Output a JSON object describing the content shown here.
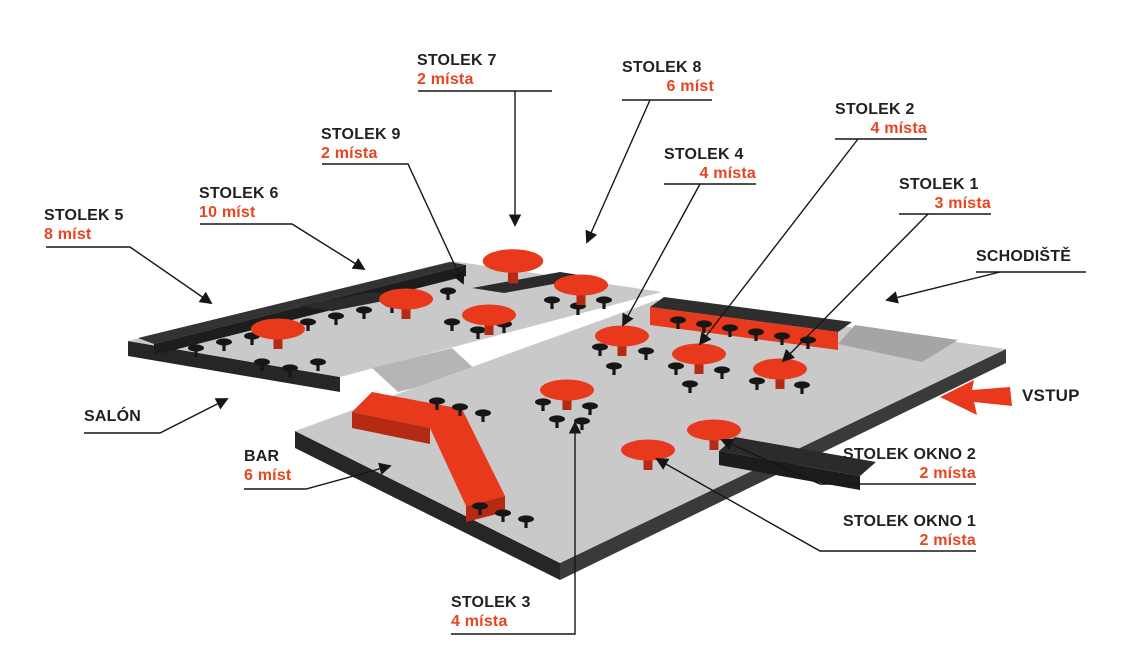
{
  "title": "Restaurant seating floor plan",
  "colors": {
    "accent_red": "#e8391d",
    "dark_red": "#b52a12",
    "label_text": "#231f20",
    "seats_text": "#e8441f",
    "floor_light": "#c9c9c9",
    "bench_dark": "#2e2e2e",
    "ramp_gray": "#a5a5a5"
  },
  "icons": {
    "entrance_arrow": "bold-left-arrow",
    "leader_arrowhead": "solid-triangle"
  },
  "labels": {
    "stolek7": {
      "name": "STOLEK 7",
      "seats": "2 místa"
    },
    "stolek8": {
      "name": "STOLEK 8",
      "seats": "6 míst"
    },
    "stolek9": {
      "name": "STOLEK 9",
      "seats": "2 místa"
    },
    "stolek6": {
      "name": "STOLEK 6",
      "seats": "10 míst"
    },
    "stolek5": {
      "name": "STOLEK 5",
      "seats": "8 míst"
    },
    "stolek4": {
      "name": "STOLEK 4",
      "seats": "4 místa"
    },
    "stolek2": {
      "name": "STOLEK 2",
      "seats": "4 místa"
    },
    "stolek1": {
      "name": "STOLEK 1",
      "seats": "3 místa"
    },
    "stolek3": {
      "name": "STOLEK 3",
      "seats": "4 místa"
    },
    "okno2": {
      "name": "STOLEK OKNO 2",
      "seats": "2 místa"
    },
    "okno1": {
      "name": "STOLEK OKNO 1",
      "seats": "2 místa"
    },
    "bar": {
      "name": "BAR",
      "seats": "6 míst"
    },
    "salon": {
      "name": "SALÓN"
    },
    "schodiste": {
      "name": "SCHODIŠTĚ"
    },
    "vstup": {
      "name": "VSTUP"
    }
  }
}
